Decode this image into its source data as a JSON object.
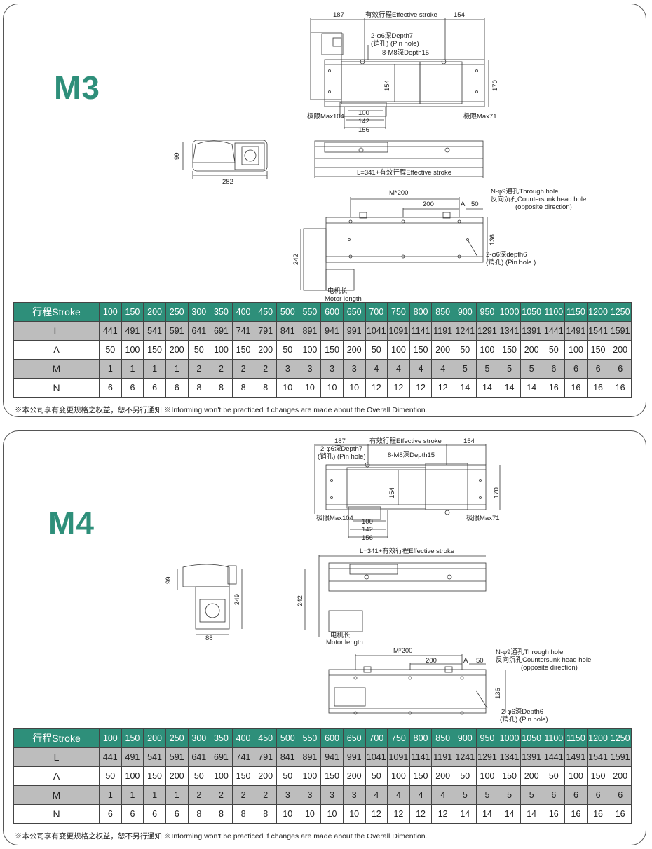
{
  "sections": [
    {
      "model": "M3",
      "labels": {
        "dim_187": "187",
        "effective_stroke": "有效行程Effective stroke",
        "dim_154_top": "154",
        "pin_hole_1": "2-φ6深Depth7",
        "pin_hole_2": "(销孔) (Pin hole)",
        "thread": "8-M8深Depth15",
        "dim_154_side": "154",
        "dim_170": "170",
        "limit_104": "极限Max104",
        "limit_71": "极限Max71",
        "dim_100": "100",
        "dim_142": "142",
        "dim_156": "156",
        "end_99": "99",
        "end_282": "282",
        "length_formula": "L=341+有效行程Effective stroke",
        "m200": "M*200",
        "dim_200": "200",
        "dim_a": "A",
        "dim_50": "50",
        "through_hole": "N-φ9通孔Through hole",
        "countersunk": "反向沉孔Countersunk head hole",
        "opposite": "(opposite direction)",
        "dim_136": "136",
        "dim_242": "242",
        "pin_depth6_1": "2-φ6深depth6",
        "pin_depth6_2": "(销孔) (Pin hole )",
        "motor_cn": "电机长",
        "motor_en": "Motor length"
      },
      "table": {
        "rows": [
          {
            "header": "行程Stroke",
            "values": [
              "100",
              "150",
              "200",
              "250",
              "300",
              "350",
              "400",
              "450",
              "500",
              "550",
              "600",
              "650",
              "700",
              "750",
              "800",
              "850",
              "900",
              "950",
              "1000",
              "1050",
              "1100",
              "1150",
              "1200",
              "1250"
            ]
          },
          {
            "header": "L",
            "values": [
              "441",
              "491",
              "541",
              "591",
              "641",
              "691",
              "741",
              "791",
              "841",
              "891",
              "941",
              "991",
              "1041",
              "1091",
              "1141",
              "1191",
              "1241",
              "1291",
              "1341",
              "1391",
              "1441",
              "1491",
              "1541",
              "1591"
            ]
          },
          {
            "header": "A",
            "values": [
              "50",
              "100",
              "150",
              "200",
              "50",
              "100",
              "150",
              "200",
              "50",
              "100",
              "150",
              "200",
              "50",
              "100",
              "150",
              "200",
              "50",
              "100",
              "150",
              "200",
              "50",
              "100",
              "150",
              "200"
            ]
          },
          {
            "header": "M",
            "values": [
              "1",
              "1",
              "1",
              "1",
              "2",
              "2",
              "2",
              "2",
              "3",
              "3",
              "3",
              "3",
              "4",
              "4",
              "4",
              "4",
              "5",
              "5",
              "5",
              "5",
              "6",
              "6",
              "6",
              "6"
            ]
          },
          {
            "header": "N",
            "values": [
              "6",
              "6",
              "6",
              "6",
              "8",
              "8",
              "8",
              "8",
              "10",
              "10",
              "10",
              "10",
              "12",
              "12",
              "12",
              "12",
              "14",
              "14",
              "14",
              "14",
              "16",
              "16",
              "16",
              "16"
            ]
          }
        ]
      },
      "note": "※本公司享有变更规格之权益，恕不另行通知 ※Informing won't be practiced if changes are made about the Overall Dimention."
    },
    {
      "model": "M4",
      "labels": {
        "dim_187": "187",
        "effective_stroke": "有效行程Effective stroke",
        "dim_154_top": "154",
        "pin_hole_1": "2-φ6深Depth7",
        "pin_hole_2": "(销孔) (Pin hole)",
        "thread": "8-M8深Depth15",
        "dim_154_side": "154",
        "dim_170": "170",
        "limit_104": "极限Max104",
        "limit_71": "极限Max71",
        "dim_100": "100",
        "dim_142": "142",
        "dim_156": "156",
        "end_99": "99",
        "end_249": "249",
        "end_88": "88",
        "length_formula": "L=341+有效行程Effective stroke",
        "dim_242": "242",
        "motor_cn": "电机长",
        "motor_en": "Motor length",
        "m200": "M*200",
        "dim_200": "200",
        "dim_a": "A",
        "dim_50": "50",
        "through_hole": "N-φ9通孔Through hole",
        "countersunk": "反向沉孔Countersunk head hole",
        "opposite": "(opposite direction)",
        "dim_136": "136",
        "pin_depth6_1": "2-φ6深Depth6",
        "pin_depth6_2": "(销孔) (Pin hole)"
      },
      "table": {
        "rows": [
          {
            "header": "行程Stroke",
            "values": [
              "100",
              "150",
              "200",
              "250",
              "300",
              "350",
              "400",
              "450",
              "500",
              "550",
              "600",
              "650",
              "700",
              "750",
              "800",
              "850",
              "900",
              "950",
              "1000",
              "1050",
              "1100",
              "1150",
              "1200",
              "1250"
            ]
          },
          {
            "header": "L",
            "values": [
              "441",
              "491",
              "541",
              "591",
              "641",
              "691",
              "741",
              "791",
              "841",
              "891",
              "941",
              "991",
              "1041",
              "1091",
              "1141",
              "1191",
              "1241",
              "1291",
              "1341",
              "1391",
              "1441",
              "1491",
              "1541",
              "1591"
            ]
          },
          {
            "header": "A",
            "values": [
              "50",
              "100",
              "150",
              "200",
              "50",
              "100",
              "150",
              "200",
              "50",
              "100",
              "150",
              "200",
              "50",
              "100",
              "150",
              "200",
              "50",
              "100",
              "150",
              "200",
              "50",
              "100",
              "150",
              "200"
            ]
          },
          {
            "header": "M",
            "values": [
              "1",
              "1",
              "1",
              "1",
              "2",
              "2",
              "2",
              "2",
              "3",
              "3",
              "3",
              "3",
              "4",
              "4",
              "4",
              "4",
              "5",
              "5",
              "5",
              "5",
              "6",
              "6",
              "6",
              "6"
            ]
          },
          {
            "header": "N",
            "values": [
              "6",
              "6",
              "6",
              "6",
              "8",
              "8",
              "8",
              "8",
              "10",
              "10",
              "10",
              "10",
              "12",
              "12",
              "12",
              "12",
              "14",
              "14",
              "14",
              "14",
              "16",
              "16",
              "16",
              "16"
            ]
          }
        ]
      },
      "note": "※本公司享有变更规格之权益，恕不另行通知 ※Informing won't be practiced if changes are made about the Overall Dimention."
    }
  ],
  "colors": {
    "accent": "#2e8f7a",
    "shade_row": "#bdbdbd"
  }
}
